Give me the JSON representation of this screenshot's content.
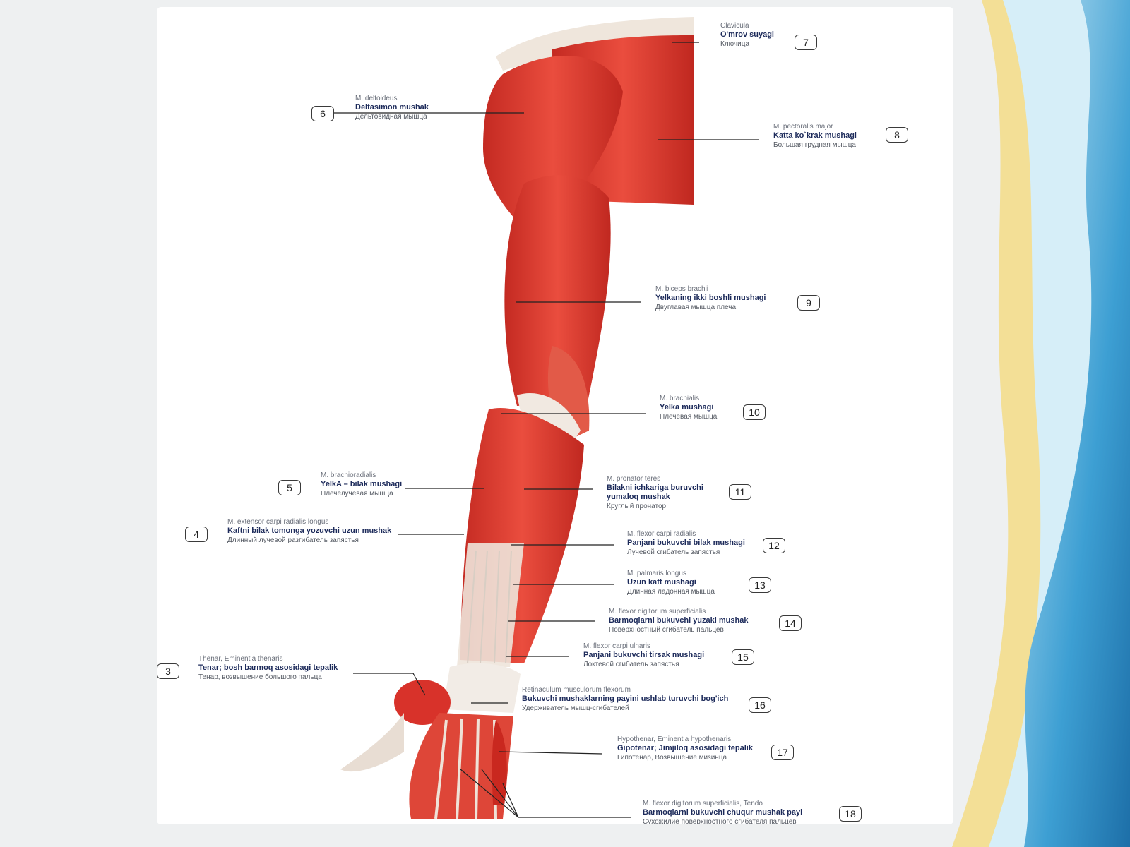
{
  "labels": [
    {
      "num": "7",
      "latin": "Clavicula",
      "uz": "O'mrov suyagi",
      "ru": "Ключица"
    },
    {
      "num": "6",
      "latin": "M. deltoideus",
      "uz": "Deltasimon mushak",
      "ru": "Дельтовидная мышца"
    },
    {
      "num": "8",
      "latin": "M. pectoralis major",
      "uz": "Katta ko`krak mushagi",
      "ru": "Большая грудная мышца"
    },
    {
      "num": "9",
      "latin": "M. biceps brachii",
      "uz": "Yelkaning ikki boshli mushagi",
      "ru": "Двуглавая мышца плеча"
    },
    {
      "num": "10",
      "latin": "M. brachialis",
      "uz": "Yelka mushagi",
      "ru": "Плечевая мышца"
    },
    {
      "num": "5",
      "latin": "M. brachioradialis",
      "uz": "YelkA – bilak mushagi",
      "ru": "Плечелучевая мышца"
    },
    {
      "num": "11",
      "latin": "M. pronator teres",
      "uz": "Bilakni ichkariga buruvchi yumaloq mushak",
      "ru": "Круглый пронатор"
    },
    {
      "num": "4",
      "latin": "M. extensor carpi radialis longus",
      "uz": "Kaftni bilak tomonga yozuvchi uzun mushak",
      "ru": "Длинный лучевой разгибатель запястья"
    },
    {
      "num": "12",
      "latin": "M. flexor carpi radialis",
      "uz": "Panjani bukuvchi bilak mushagi",
      "ru": "Лучевой сгибатель запястья"
    },
    {
      "num": "13",
      "latin": "M. palmaris longus",
      "uz": "Uzun kaft mushagi",
      "ru": "Длинная ладонная мышца"
    },
    {
      "num": "14",
      "latin": "M. flexor digitorum superficialis",
      "uz": "Barmoqlarni bukuvchi yuzaki mushak",
      "ru": "Поверхностный сгибатель пальцев"
    },
    {
      "num": "15",
      "latin": "M. flexor carpi ulnaris",
      "uz": "Panjani bukuvchi tirsak mushagi",
      "ru": "Локтевой сгибатель запястья"
    },
    {
      "num": "3",
      "latin": "Thenar, Eminentia thenaris",
      "uz": "Tenar; bosh barmoq asosidagi tepalik",
      "ru": "Тенар, возвышение большого пальца"
    },
    {
      "num": "16",
      "latin": "Retinaculum musculorum flexorum",
      "uz": "Bukuvchi mushaklarning payini ushlab turuvchi bog'ich",
      "ru": "Удерживатель мышц-сгибателей"
    },
    {
      "num": "17",
      "latin": "Hypothenar, Eminentia hypothenaris",
      "uz": "Gipotenar; Jimjiloq asosidagi tepalik",
      "ru": "Гипотенар, Возвышение мизинца"
    },
    {
      "num": "18",
      "latin": "M. flexor digitorum superficialis, Tendo",
      "uz": "Barmoqlarni bukuvchi chuqur mushak payi",
      "ru": "Сухожилие поверхностного сгибателя пальцев"
    }
  ],
  "colors": {
    "muscle": "#d8322a",
    "muscle_light": "#ec5a4c",
    "tendon": "#efe7df",
    "label_bold": "#1c2a5a",
    "slide_blue": "#2a8cc4",
    "slide_gold": "#f2cf62"
  }
}
